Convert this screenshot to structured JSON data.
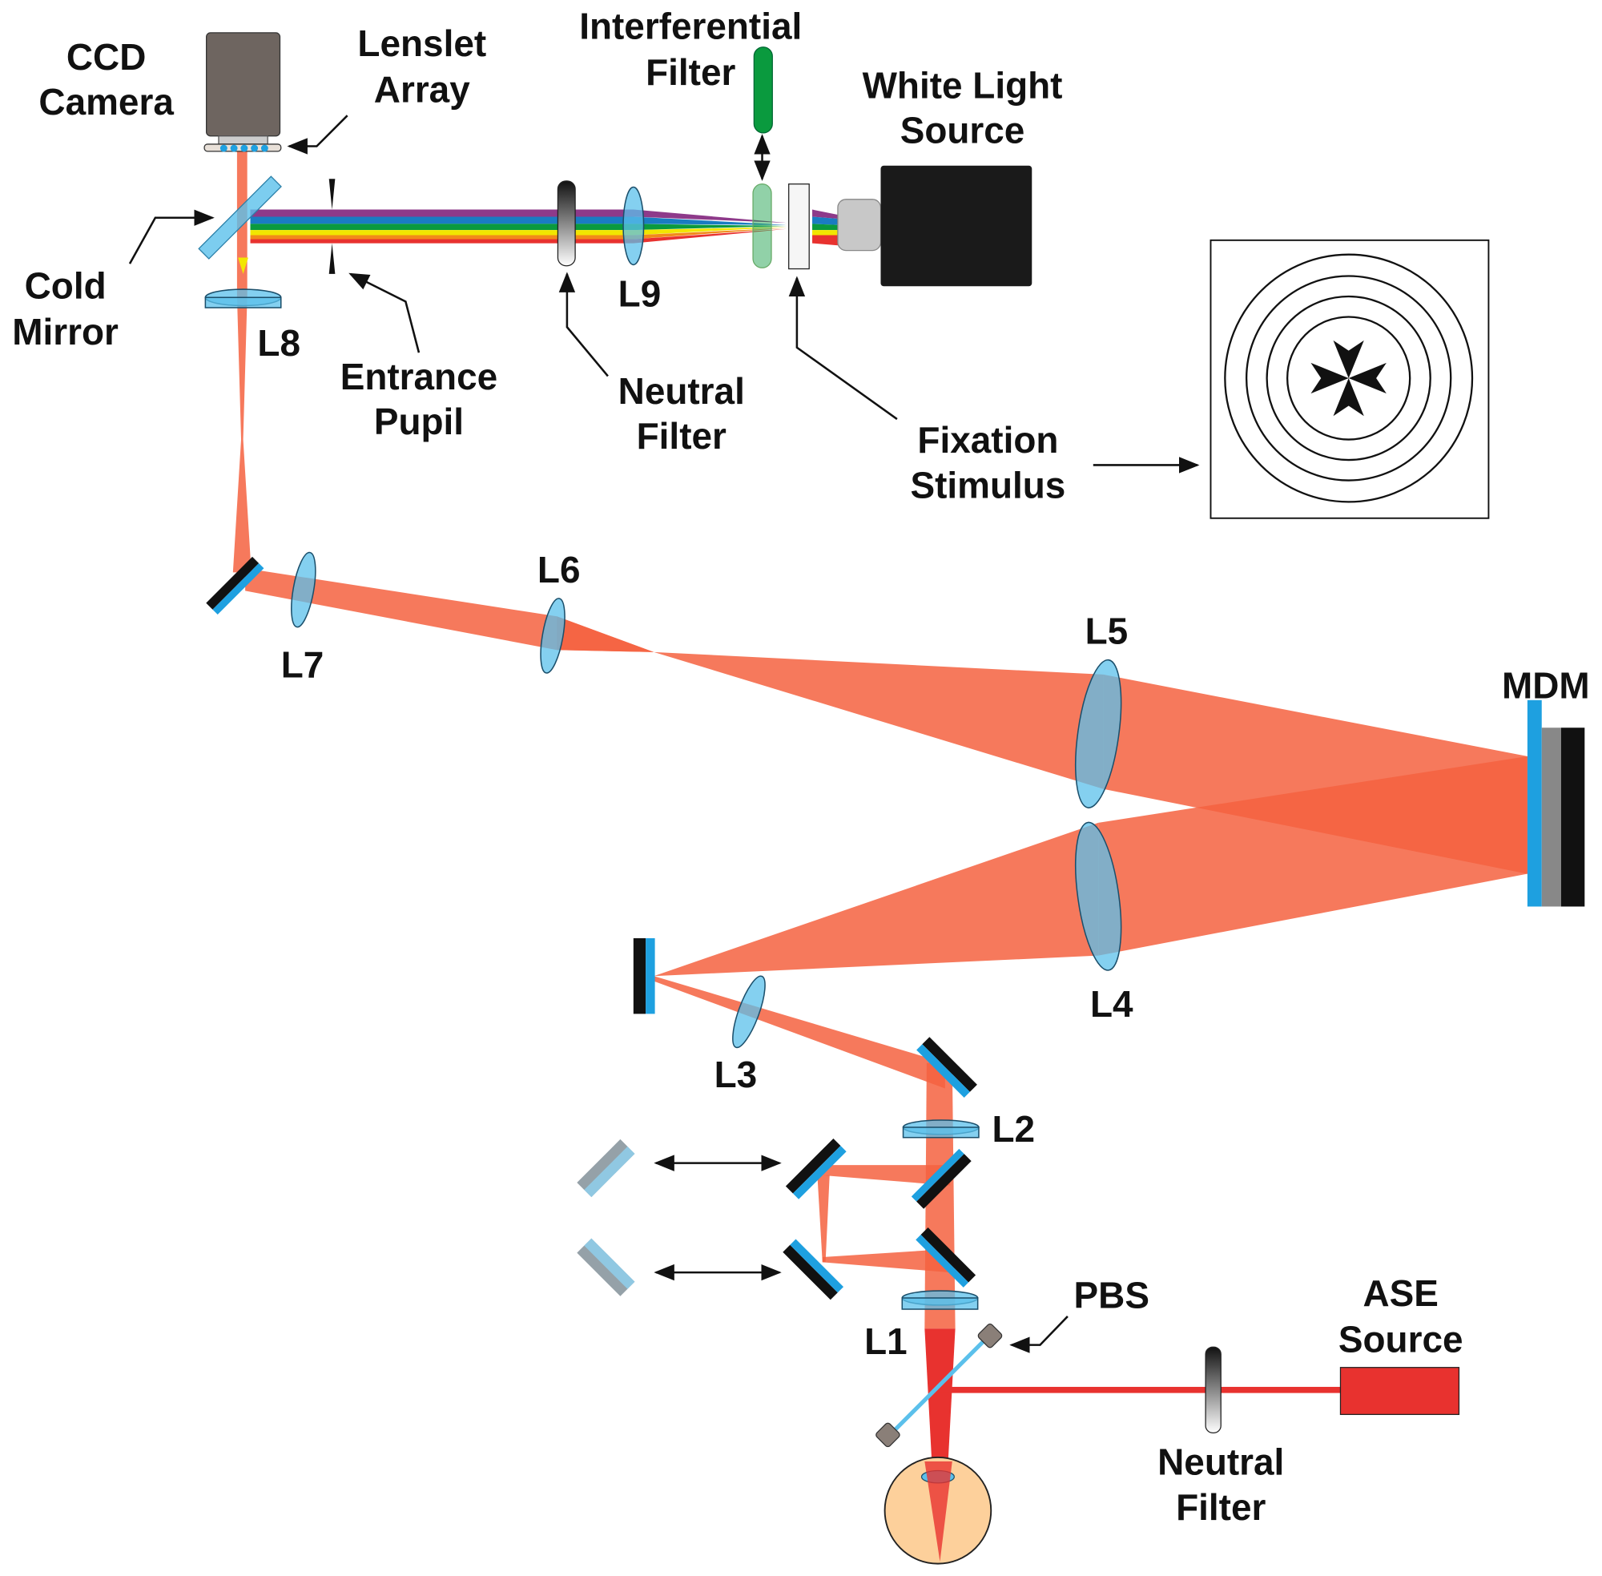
{
  "labels": {
    "ccd_camera": [
      "CCD",
      "Camera"
    ],
    "lenslet_array": [
      "Lenslet",
      "Array"
    ],
    "interferential_filter": [
      "Interferential",
      "Filter"
    ],
    "white_light_source": [
      "White Light",
      "Source"
    ],
    "cold_mirror": [
      "Cold",
      "Mirror"
    ],
    "entrance_pupil": [
      "Entrance",
      "Pupil"
    ],
    "neutral_filter_top": [
      "Neutral",
      "Filter"
    ],
    "fixation_stimulus": [
      "Fixation",
      "Stimulus"
    ],
    "neutral_filter_bottom": [
      "Neutral",
      "Filter"
    ],
    "ase_source": [
      "ASE",
      "Source"
    ],
    "mdm": "MDM",
    "pbs": "PBS",
    "lenses": {
      "L1": "L1",
      "L2": "L2",
      "L3": "L3",
      "L4": "L4",
      "L5": "L5",
      "L6": "L6",
      "L7": "L7",
      "L8": "L8",
      "L9": "L9"
    }
  },
  "colors": {
    "beam": "#f4613f",
    "lens": "#5bc0eb",
    "camera": "#6e6560",
    "light_source": "#1a1a1a",
    "interferential_filter": "#0a9a3e",
    "ase_source": "#e8322f",
    "eye": "#fdd09b"
  }
}
